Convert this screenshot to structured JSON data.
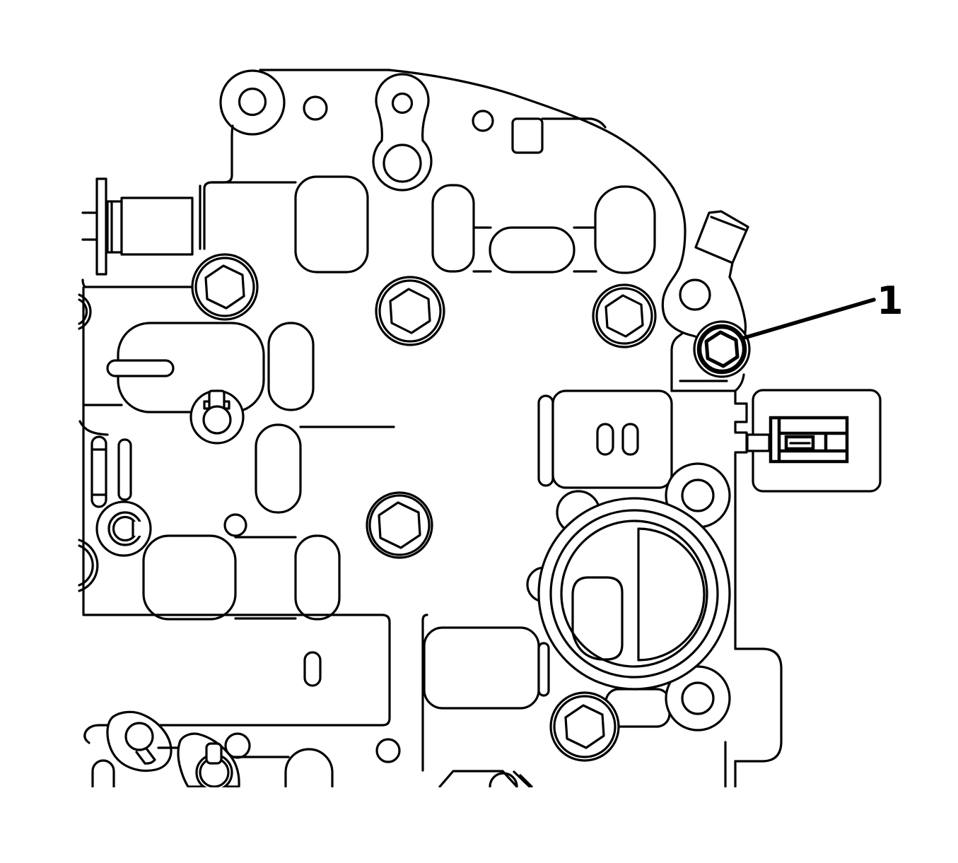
{
  "figure": {
    "kind": "technical line illustration",
    "subject": "transmission valve body with control solenoid valve assembly",
    "background_color": "#ffffff",
    "line_color": "#000000",
    "callouts": [
      {
        "label": "1",
        "target": "hex-head bolt on sensor bracket arm"
      }
    ]
  }
}
